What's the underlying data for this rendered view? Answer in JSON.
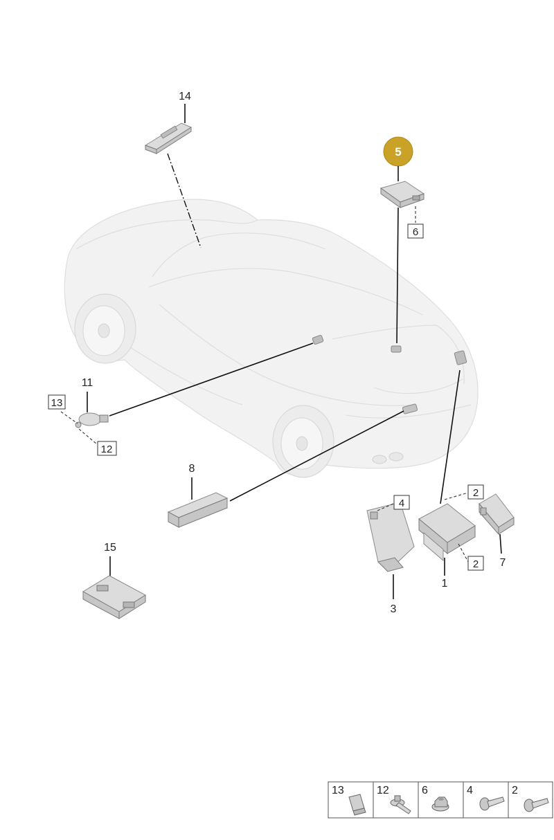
{
  "callouts": {
    "c14": "14",
    "c5": "5",
    "c6": "6",
    "c11": "11",
    "c13": "13",
    "c12": "12",
    "c8": "8",
    "c4": "4",
    "c2a": "2",
    "c2b": "2",
    "c7": "7",
    "c1": "1",
    "c3": "3",
    "c15": "15"
  },
  "highlight_color": "#c9a227",
  "legend": [
    {
      "number": "13",
      "icon": "clip-nut-icon"
    },
    {
      "number": "12",
      "icon": "flange-screw-icon"
    },
    {
      "number": "6",
      "icon": "hex-nut-icon"
    },
    {
      "number": "4",
      "icon": "screw-icon"
    },
    {
      "number": "2",
      "icon": "screw-icon"
    }
  ]
}
